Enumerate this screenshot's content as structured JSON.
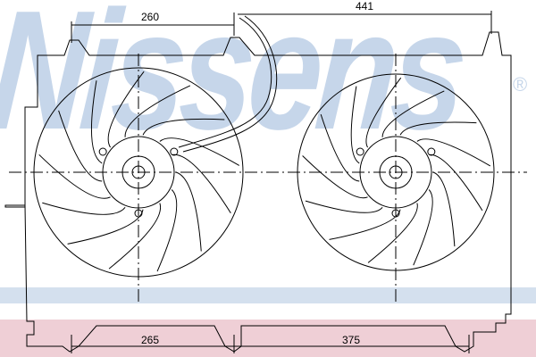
{
  "watermark": {
    "text": "Nissens",
    "registered": "®"
  },
  "dimensions": {
    "top_left": "260",
    "top_right": "441",
    "bottom_left": "265",
    "bottom_right": "375"
  },
  "colors": {
    "watermark": "#c6d6ea",
    "band_pink": "#efcfd6",
    "line": "#000000"
  }
}
